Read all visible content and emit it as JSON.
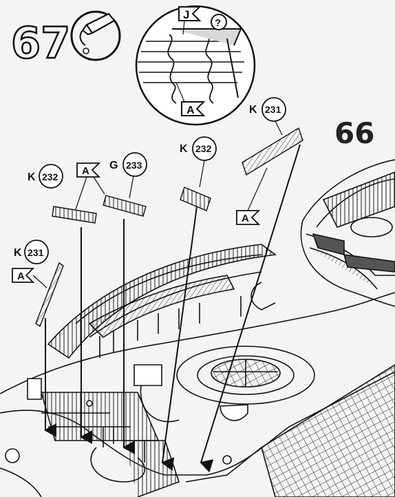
{
  "steps": {
    "current": "67",
    "previous": "66"
  },
  "callout": {
    "top_flag": "J",
    "help_symbol": "?",
    "bottom_flag": "A"
  },
  "parts": [
    {
      "letter": "K",
      "number": "231",
      "flag": "A"
    },
    {
      "letter": "K",
      "number": "232",
      "flag": "A"
    },
    {
      "letter": "G",
      "number": "233"
    },
    {
      "letter": "K",
      "number": "232"
    },
    {
      "letter": "K",
      "number": "231",
      "flag": "A"
    }
  ],
  "icons": {
    "glue": "glue-tube-icon"
  },
  "colors": {
    "ink": "#111111",
    "paper": "#f4f4f2",
    "step_fill_current": "#f4f4f2",
    "step_fill_previous": "#222222"
  }
}
